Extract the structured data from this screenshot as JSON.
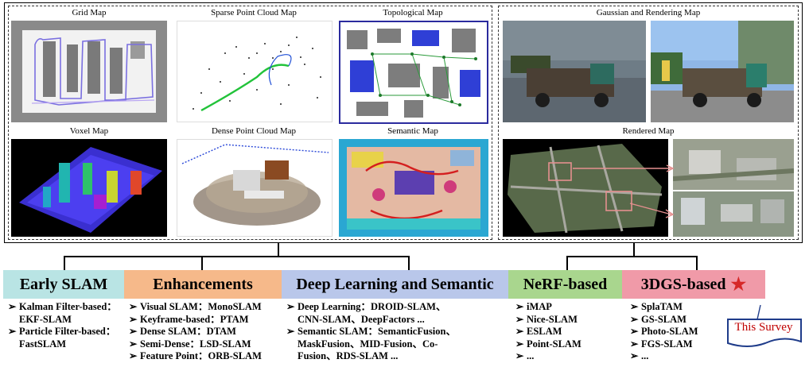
{
  "maps": {
    "grid": "Grid Map",
    "sparse": "Sparse Point Cloud Map",
    "topological": "Topological Map",
    "voxel": "Voxel Map",
    "dense": "Dense Point Cloud Map",
    "semantic": "Semantic Map",
    "gaussian": "Gaussian and Rendering Map",
    "rendered": "Rendered Map"
  },
  "stages": [
    {
      "label": "Early SLAM",
      "color": "#b9e4e4",
      "items": [
        "Kalman Filter-based：",
        "EKF-SLAM",
        "Particle Filter-based：",
        "FastSLAM"
      ]
    },
    {
      "label": "Enhancements",
      "color": "#f6b98a",
      "items": [
        "Visual SLAM：MonoSLAM",
        "Keyframe-based：PTAM",
        "Dense SLAM：DTAM",
        "Semi-Dense：LSD-SLAM",
        "Feature Point：ORB-SLAM"
      ]
    },
    {
      "label": "Deep Learning and Semantic",
      "color": "#b9c7ea",
      "items": [
        "Deep Learning：DROID-SLAM、",
        "CNN-SLAM、DeepFactors ...",
        "Semantic SLAM：SemanticFusion、",
        "MaskFusion、MID-Fusion、Co-",
        "Fusion、RDS-SLAM ..."
      ]
    },
    {
      "label": "NeRF-based",
      "color": "#a9d68e",
      "items": [
        "iMAP",
        "Nice-SLAM",
        "ESLAM",
        "Point-SLAM",
        "..."
      ]
    },
    {
      "label": "3DGS-based",
      "color": "#f09aa8",
      "items": [
        "SplaTAM",
        "GS-SLAM",
        "Photo-SLAM",
        "FGS-SLAM",
        "..."
      ]
    }
  ],
  "star_glyph": "★",
  "bullet_glyph": "➢",
  "callout": "This Survey",
  "colors": {
    "accent": "#d62828",
    "callout_border": "#1f3c8a",
    "callout_text": "#c00000"
  }
}
